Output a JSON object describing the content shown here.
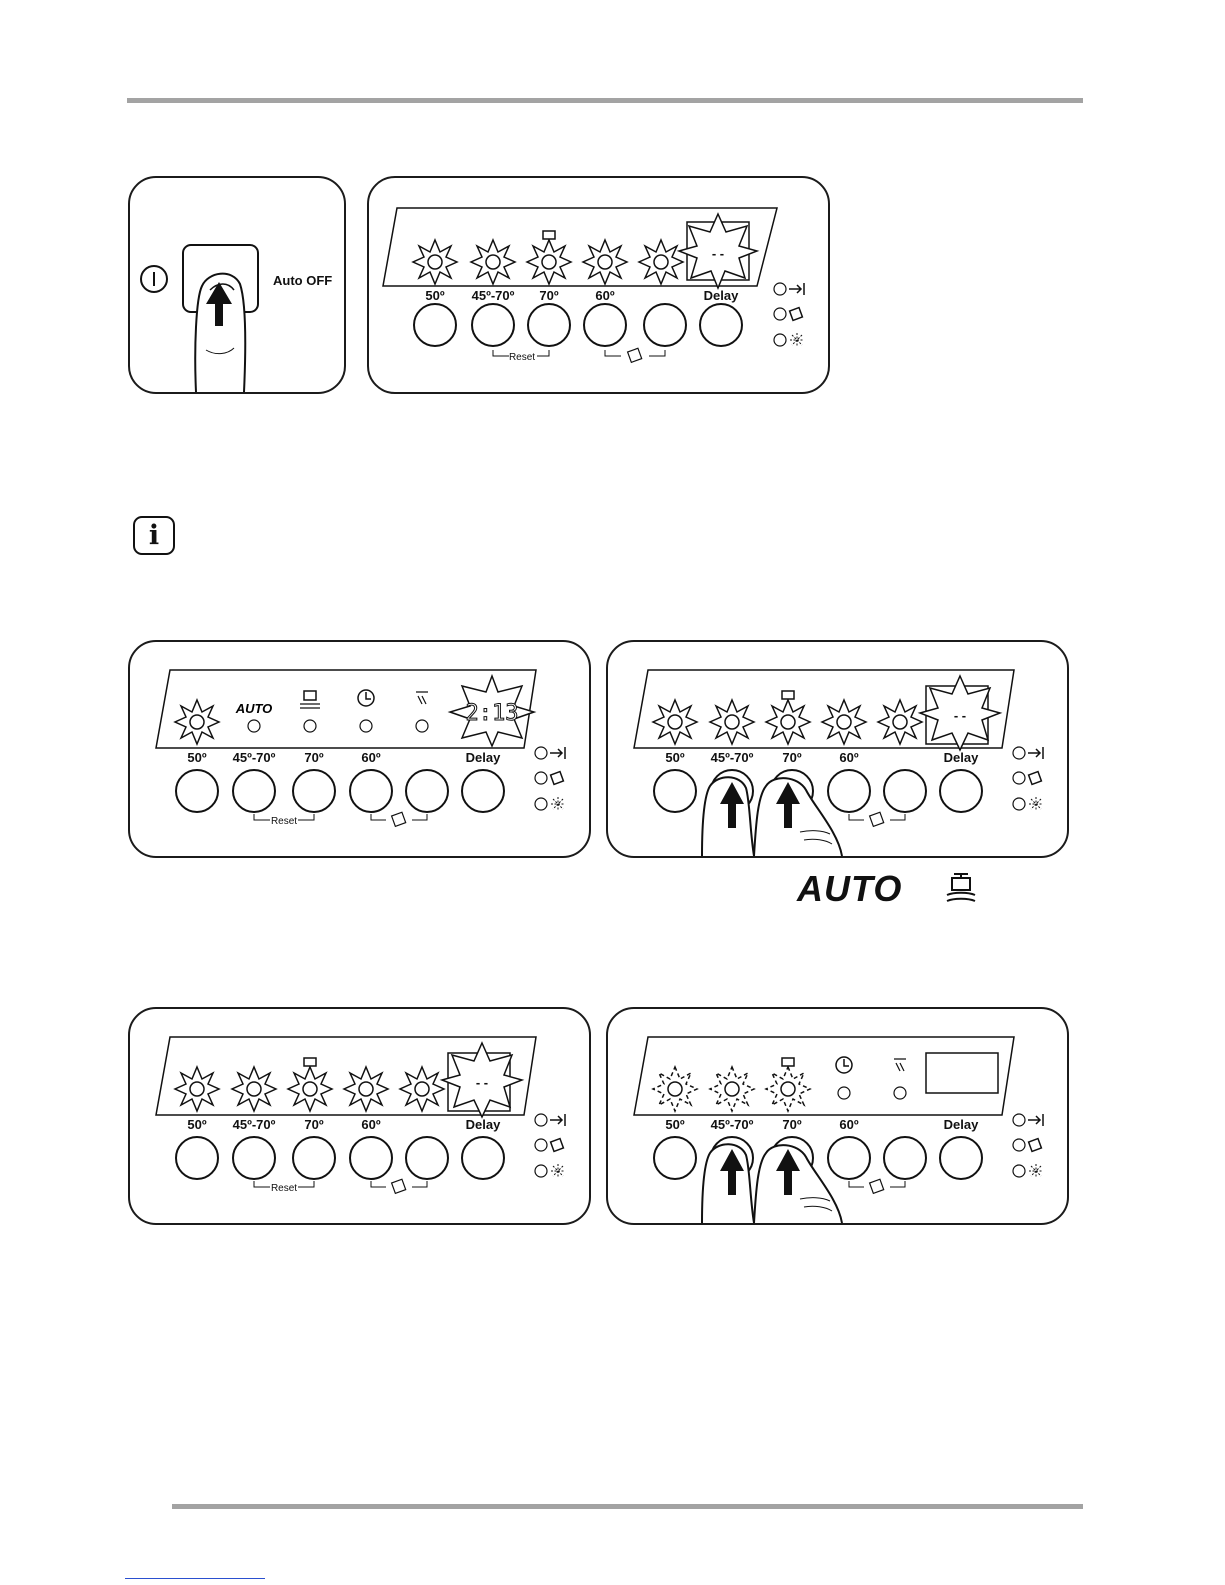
{
  "power_panel": {
    "label": "Auto OFF",
    "icon": "power-icon"
  },
  "buttons": [
    "50º",
    "45º-70º",
    "70º",
    "60º",
    "",
    "Delay"
  ],
  "reset_label": "Reset",
  "auto_label": "AUTO",
  "display_readout": "2:13",
  "display_dashes": "- -",
  "info_icon": "i",
  "side_indicators": [
    "end-of-programme-icon",
    "salt-icon",
    "rinse-aid-icon"
  ],
  "legend": {
    "auto": "AUTO",
    "icon": "pot-icon"
  }
}
